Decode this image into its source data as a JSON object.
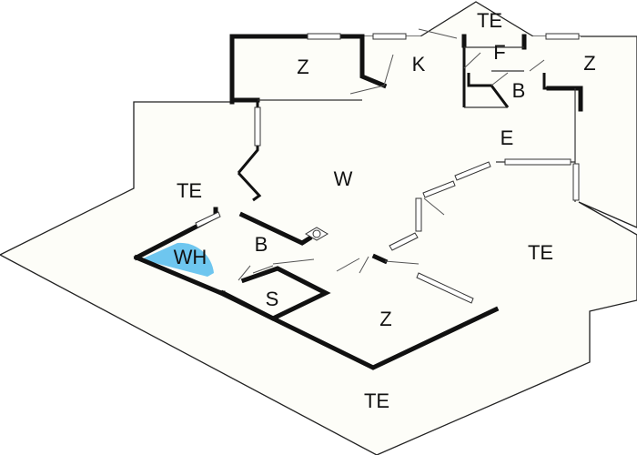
{
  "rooms": {
    "te_top": "TE",
    "z_left_top": "Z",
    "k": "K",
    "f": "F",
    "z_right_top": "Z",
    "b_top": "B",
    "e": "E",
    "te_left": "TE",
    "w": "W",
    "wh": "WH",
    "b_mid": "B",
    "s": "S",
    "te_right": "TE",
    "z_bottom": "Z",
    "te_bottom": "TE"
  },
  "colors": {
    "highlight": "#6ec6ef",
    "wall": "#111111",
    "floor": "#fdfdf8"
  },
  "icons": {
    "stove": "stove-icon"
  }
}
